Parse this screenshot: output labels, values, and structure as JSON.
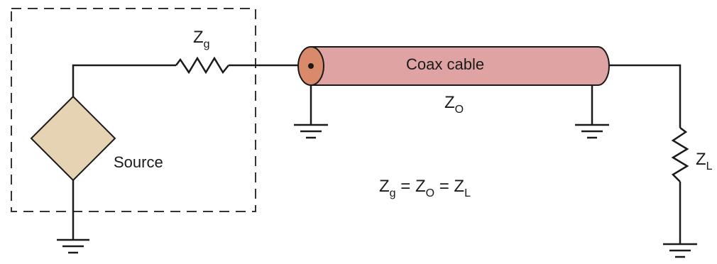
{
  "labels": {
    "zg_main": "Z",
    "zg_sub": "g",
    "cable": "Coax cable",
    "zo_main": "Z",
    "zo_sub": "O",
    "source": "Source",
    "zl_main": "Z",
    "zl_sub": "L",
    "eq_z1": "Z",
    "eq_s1": "g",
    "eq_eq1": " = ",
    "eq_z2": "Z",
    "eq_s2": "O",
    "eq_eq2": " = ",
    "eq_z3": "Z",
    "eq_s3": "L"
  },
  "colors": {
    "wire": "#1a1a1a",
    "source_fill": "#e6d3b3",
    "cable_fill": "#dfa3a3",
    "cable_end": "#d98a6a",
    "dashed_box": "#333333"
  },
  "icons": {
    "source": "dependent-source-diamond-icon",
    "ground": "ground-icon",
    "resistor": "resistor-zigzag-icon"
  }
}
